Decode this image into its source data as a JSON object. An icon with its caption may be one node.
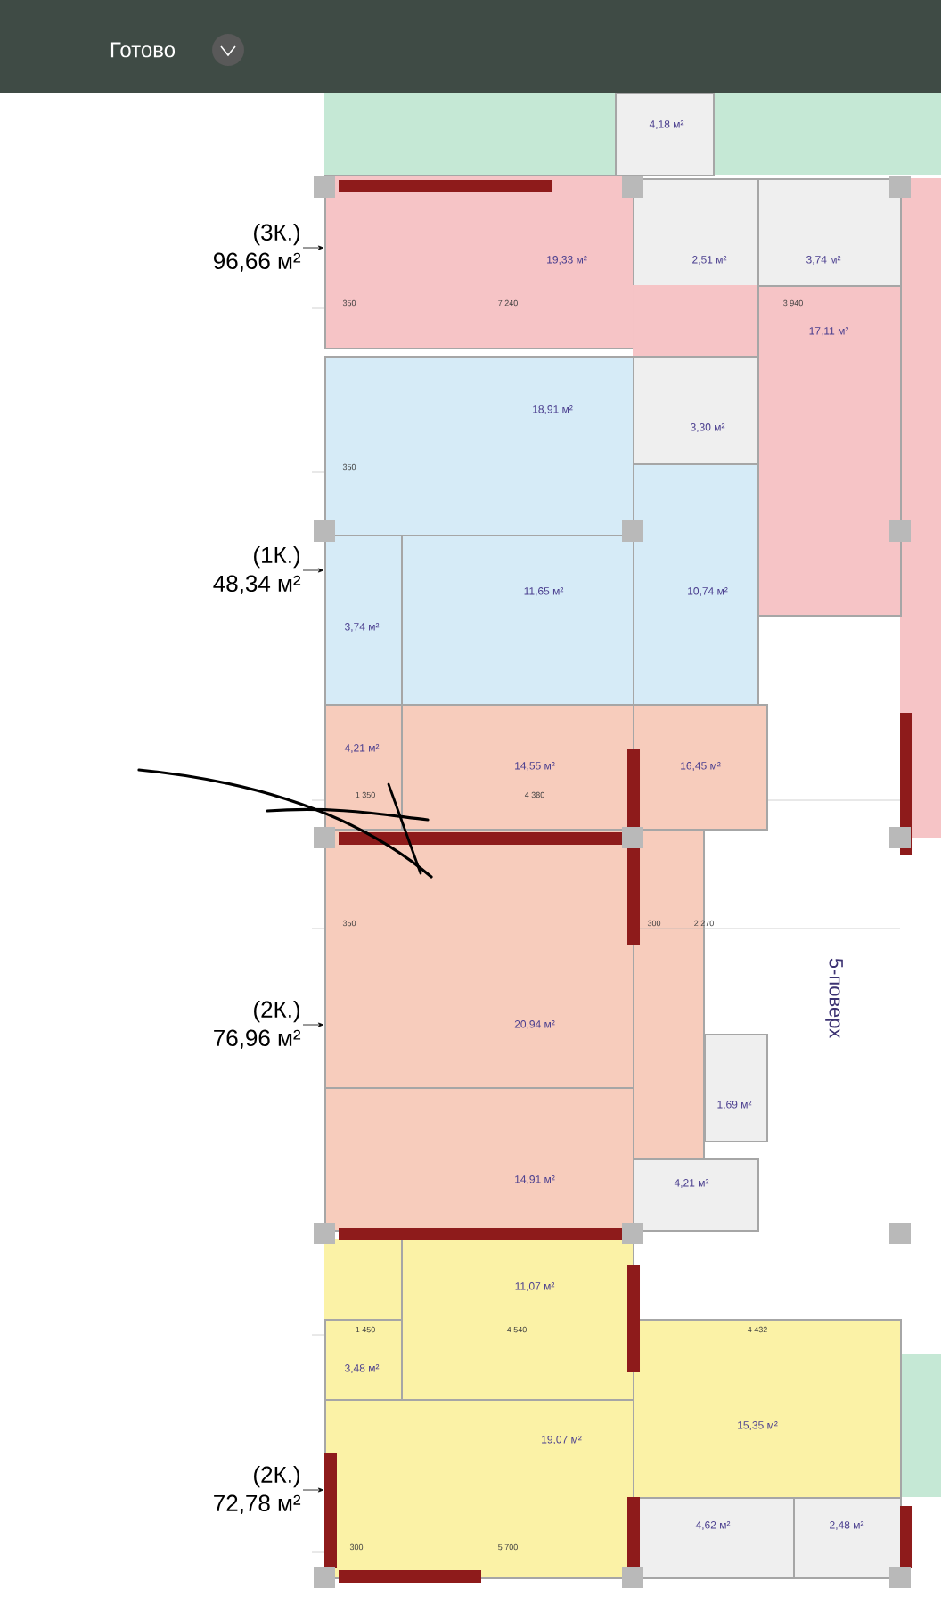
{
  "diagram": {
    "nodes": [
      {
        "text": [
          "(3К.)",
          "96,66 м²"
        ]
      },
      {
        "text": [
          "(1К.)",
          "48,34 м²"
        ]
      },
      {
        "text": [
          "(2К.)",
          "76,96 м²"
        ]
      },
      {
        "text": [
          "(2К.)",
          "72,78 м²"
        ]
      },
      {
        "text": [
          "4,18 м²"
        ]
      },
      {
        "text": [
          "19,33 м²"
        ]
      },
      {
        "text": [
          "2,51 м²"
        ]
      },
      {
        "text": [
          "3,74 м²"
        ]
      },
      {
        "text": [
          "17,11 м²"
        ]
      },
      {
        "text": [
          "18,91 м²"
        ]
      },
      {
        "text": [
          "3,30 м²"
        ]
      },
      {
        "text": [
          "3,74 м²"
        ]
      },
      {
        "text": [
          "11,65 м²"
        ]
      },
      {
        "text": [
          "10,74 м²"
        ]
      },
      {
        "text": [
          "4,21 м²"
        ]
      },
      {
        "text": [
          "14,55 м²"
        ]
      },
      {
        "text": [
          "16,45 м²"
        ]
      },
      {
        "text": [
          "20,94 м²"
        ]
      },
      {
        "text": [
          "1,69 м²"
        ]
      },
      {
        "text": [
          "14,91 м²"
        ]
      },
      {
        "text": [
          "4,21 м²"
        ]
      },
      {
        "text": [
          "11,07 м²"
        ]
      },
      {
        "text": [
          "3,48 м²"
        ]
      },
      {
        "text": [
          "19,07 м²"
        ]
      },
      {
        "text": [
          "15,35 м²"
        ]
      },
      {
        "text": [
          "4,62 м²"
        ]
      },
      {
        "text": [
          "2,48 м²"
        ]
      }
    ],
    "edges": [
      {
        "from": 0,
        "to": 5,
        "arrow": "to"
      },
      {
        "from": 1,
        "to": 11,
        "arrow": "to"
      },
      {
        "from": 2,
        "to": 17,
        "arrow": "to"
      },
      {
        "from": 3,
        "to": 23,
        "arrow": "to"
      }
    ],
    "labels": [
      "Готово",
      "350",
      "7 240",
      "3 940",
      "350",
      "1 350",
      "4 380",
      "350",
      "300",
      "2 270",
      "5-поверх",
      "1 450",
      "4 540",
      "4 432",
      "300",
      "5 700"
    ]
  }
}
